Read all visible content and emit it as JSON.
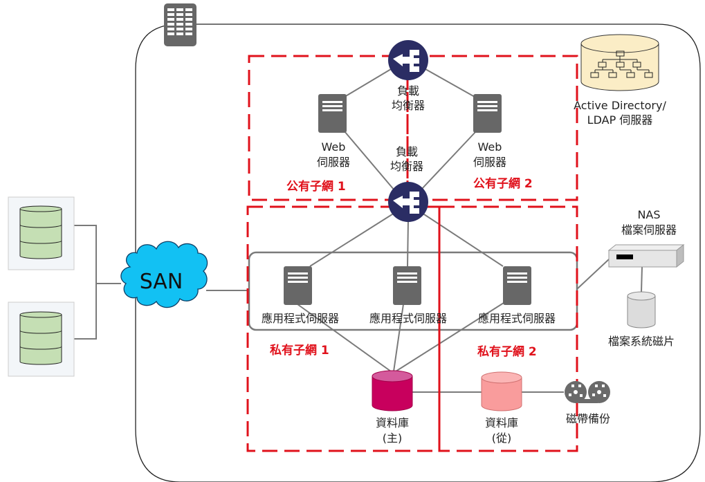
{
  "colors": {
    "subnet_border": "#e0111b",
    "connector": "#7a7a7a",
    "server": "#676767",
    "load_balancer": "#2b2d64",
    "san_cloud": "#12c1f3",
    "storage_disk": "#c5dfb4",
    "ad_cylinder": "#fbedc6",
    "db_master": "#c8005d",
    "db_slave": "#f99c9c",
    "nas": "#e6e6e6",
    "nas_disk": "#dcdcdc",
    "tape": "#6a6a6a"
  },
  "subnets": {
    "public_1": "公有子網 1",
    "public_2": "公有子網 2",
    "private_1": "私有子網 1",
    "private_2": "私有子網 2"
  },
  "nodes": {
    "lb_top": {
      "line1": "負載",
      "line2": "均衡器"
    },
    "lb_bottom": {
      "line1": "負載",
      "line2": "均衡器"
    },
    "web_left": {
      "line1": "Web",
      "line2": "伺服器"
    },
    "web_right": {
      "line1": "Web",
      "line2": "伺服器"
    },
    "app_servers": [
      "應用程式伺服器",
      "應用程式伺服器",
      "應用程式伺服器"
    ],
    "ad": {
      "line1": "Active Directory/",
      "line2": "LDAP 伺服器"
    },
    "nas": {
      "line1": "NAS",
      "line2": "檔案伺服器"
    },
    "nas_disk": "檔案系統磁片",
    "db_master": {
      "line1": "資料庫",
      "line2": "(主)"
    },
    "db_slave": {
      "line1": "資料庫",
      "line2": "(從)"
    },
    "tape": "磁帶備份",
    "san": "SAN"
  }
}
